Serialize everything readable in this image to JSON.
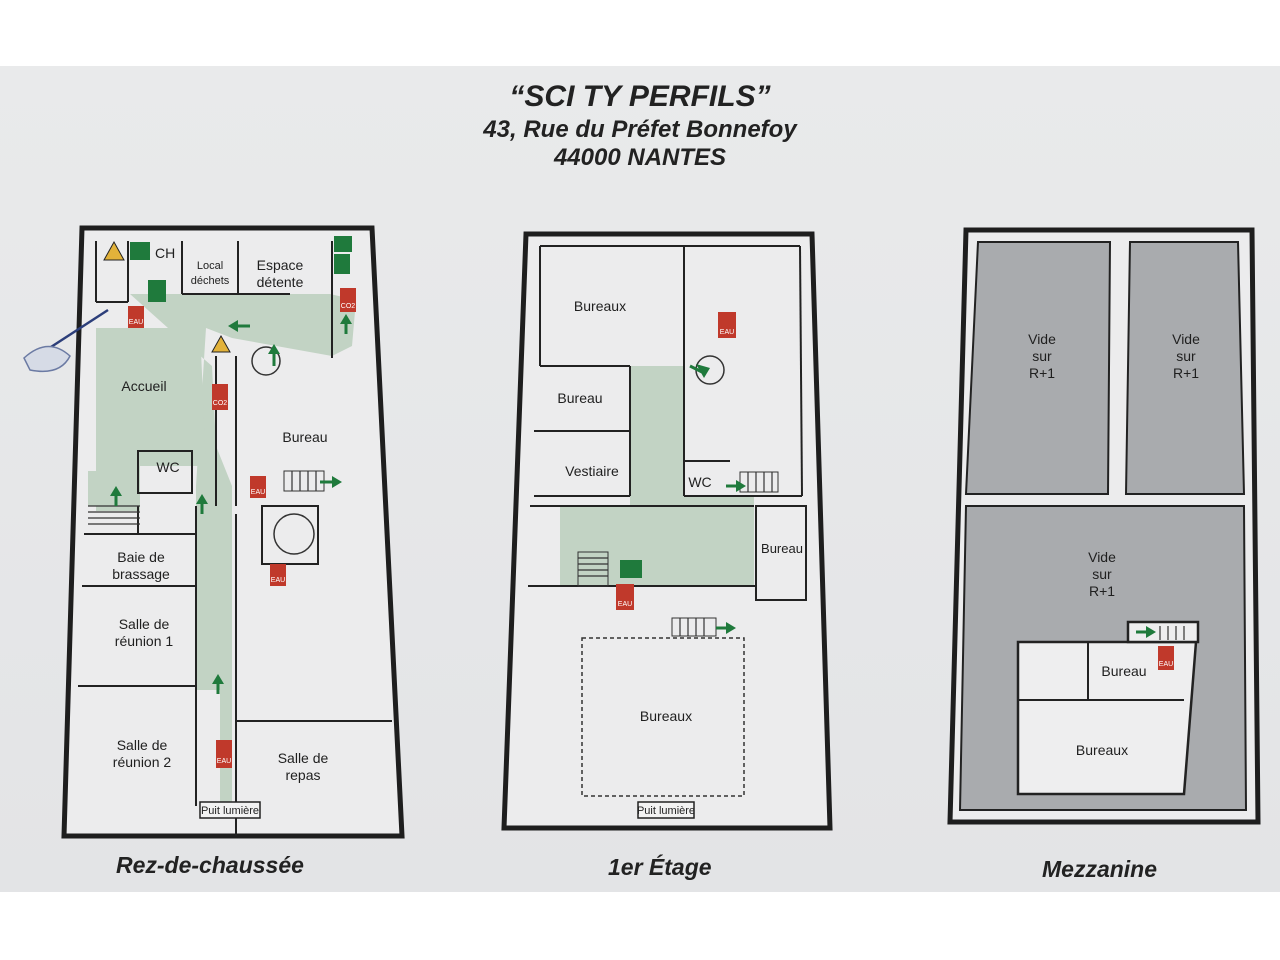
{
  "header": {
    "title": "“SCI TY PERFILS”",
    "address": "43, Rue du Préfet Bonnefoy",
    "city": "44000 NANTES"
  },
  "floors": {
    "rdc": {
      "title": "Rez-de-chaussée",
      "rooms": {
        "ch": "CH",
        "local1": "Local",
        "local2": "déchets",
        "espace1": "Espace",
        "espace2": "détente",
        "accueil": "Accueil",
        "wc": "WC",
        "bureau": "Bureau",
        "baie1": "Baie de",
        "baie2": "brassage",
        "reunion1a": "Salle de",
        "reunion1b": "réunion 1",
        "reunion2a": "Salle de",
        "reunion2b": "réunion 2",
        "repas1": "Salle de",
        "repas2": "repas",
        "puit": "Puit lumière"
      }
    },
    "etage1": {
      "title": "1er Étage",
      "rooms": {
        "bureaux_top": "Bureaux",
        "bureau": "Bureau",
        "vestiaire": "Vestiaire",
        "wc": "WC",
        "bureau_right": "Bureau",
        "bureaux_main": "Bureaux",
        "puit": "Puit lumière"
      }
    },
    "mezzanine": {
      "title": "Mezzanine",
      "rooms": {
        "vide": "Vide",
        "sur": "sur",
        "r1": "R+1",
        "bureau": "Bureau",
        "bureaux": "Bureaux"
      }
    }
  },
  "symbols": {
    "extinguisher_eau": "EAU",
    "extinguisher_co2": "CO2"
  },
  "colors": {
    "evacuation_path": "#c2d3c4",
    "exit_green": "#1f7a3c",
    "extinguisher_red": "#c0392b",
    "void_grey": "#a9abae"
  }
}
